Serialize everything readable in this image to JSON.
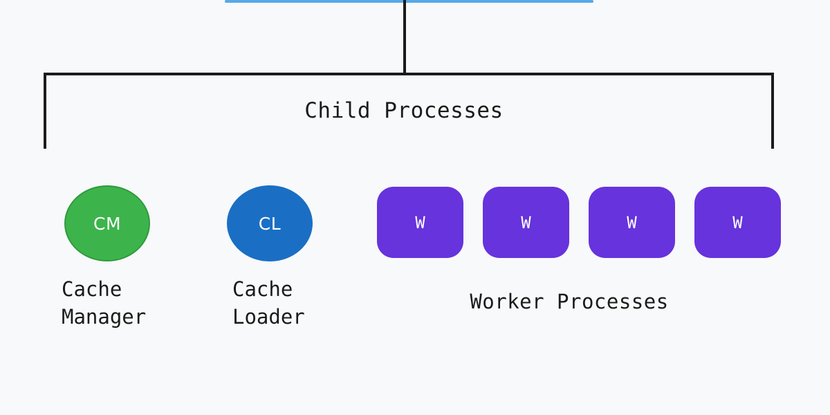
{
  "diagram": {
    "title": "Child Processes",
    "background_color": "#f8f9fa",
    "parent_connection": {
      "parent_box_edge_color": "#56a9e8",
      "connector_color": "#1b1b1b"
    },
    "bracket": {
      "color": "#1b1b1b",
      "label": "Child Processes"
    },
    "nodes": [
      {
        "id": "cache-manager",
        "abbr": "CM",
        "caption": "Cache\nManager",
        "shape": "circle",
        "fill": "#3cb44b",
        "stroke": "#2e9a3c",
        "text_color": "#ffffff"
      },
      {
        "id": "cache-loader",
        "abbr": "CL",
        "caption": "Cache\nLoader",
        "shape": "circle",
        "fill": "#1a6fc4",
        "stroke": "#1a6fc4",
        "text_color": "#ffffff"
      }
    ],
    "worker_group": {
      "caption": "Worker Processes",
      "fill": "#6633dd",
      "text_color": "#ffffff",
      "workers": [
        {
          "id": "worker-1",
          "abbr": "W"
        },
        {
          "id": "worker-2",
          "abbr": "W"
        },
        {
          "id": "worker-3",
          "abbr": "W"
        },
        {
          "id": "worker-4",
          "abbr": "W"
        }
      ]
    }
  }
}
